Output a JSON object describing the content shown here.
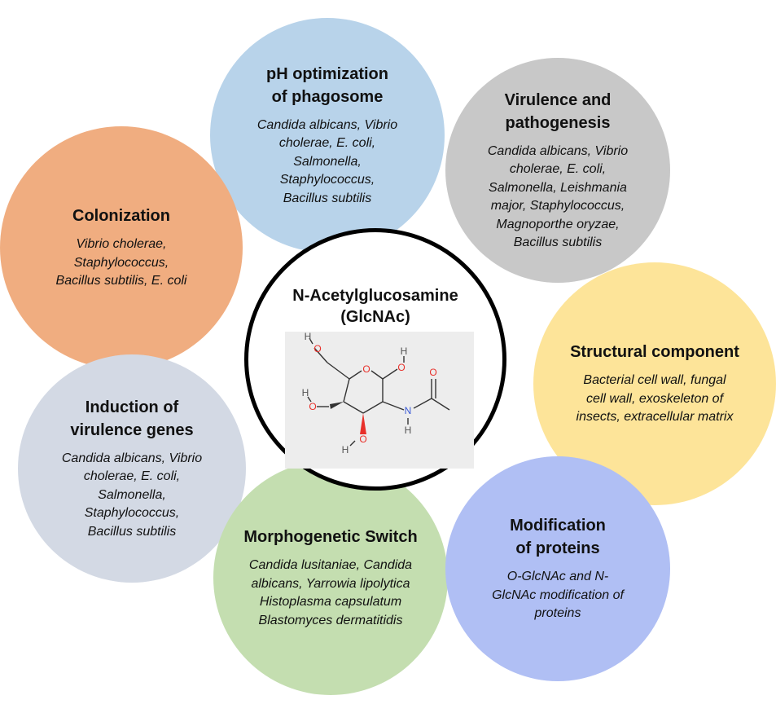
{
  "center": {
    "title": "N-Acetylglucosamine\n(GlcNAc)",
    "structure_labels": {
      "oxygen": "O",
      "nitrogen": "N",
      "hydrogen": "H"
    }
  },
  "circles": {
    "ph": {
      "title": "pH optimization\nof phagosome",
      "body": "Candida albicans, Vibrio\ncholerae, E. coli,\nSalmonella,\nStaphylococcus,\n   Bacillus subtilis"
    },
    "virulence": {
      "title": "Virulence and\npathogenesis",
      "body": "Candida albicans, Vibrio\ncholerae, E. coli,\nSalmonella, Leishmania\nmajor, Staphylococcus,\nMagnoporthe oryzae,\nBacillus subtilis"
    },
    "colonization": {
      "title": "Colonization",
      "body": "Vibrio cholerae,\nStaphylococcus,\nBacillus subtilis, E. coli"
    },
    "structural": {
      "title": "Structural component",
      "body": "Bacterial cell wall, fungal\ncell wall, exoskeleton of\ninsects, extracellular matrix"
    },
    "induction": {
      "title": "Induction of\nvirulence genes",
      "body": "Candida albicans, Vibrio\ncholerae, E. coli,\nSalmonella,\nStaphylococcus,\n   Bacillus subtilis"
    },
    "morphogenetic": {
      "title": "Morphogenetic Switch",
      "body": "Candida lusitaniae, Candida\nalbicans, Yarrowia lipolytica\nHistoplasma capsulatum\nBlastomyces dermatitidis"
    },
    "modification": {
      "title": "Modification\nof proteins",
      "body": "O-GlcNAc  and N-\nGlcNAc modification of\nproteins"
    }
  },
  "colors": {
    "ph": "#b8d3ea",
    "virulence": "#c8c8c8",
    "colonization": "#f0ad80",
    "structural": "#fde499",
    "induction": "#d3d9e4",
    "morphogenetic": "#c4deb0",
    "modification": "#b0bff4",
    "center_border": "#000000"
  }
}
